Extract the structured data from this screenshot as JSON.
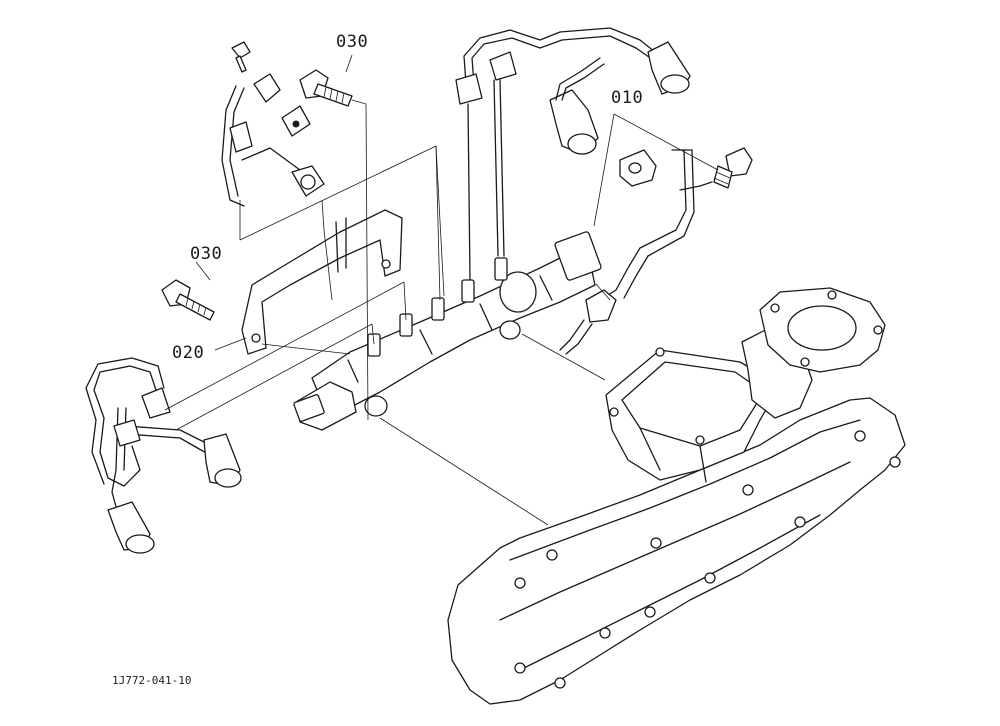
{
  "callouts": {
    "c010": "010",
    "c020": "020",
    "c030_top": "030",
    "c030_left": "030"
  },
  "figure_id": "1J772-041-10",
  "colors": {
    "ink": "#1a1a1a",
    "paper": "#ffffff"
  }
}
